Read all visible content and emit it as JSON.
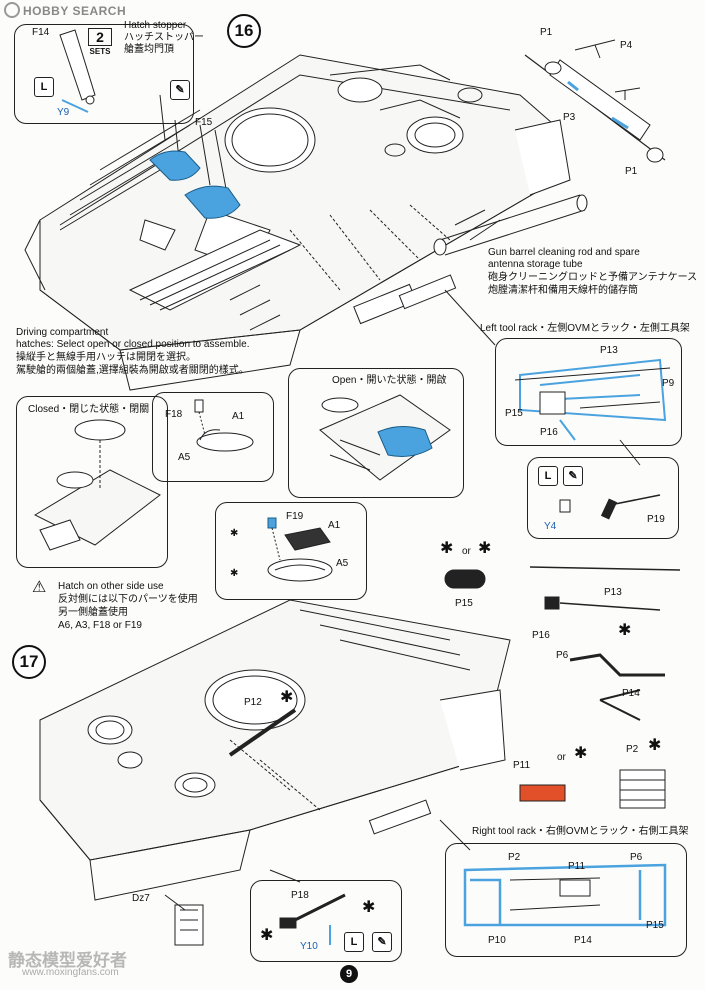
{
  "watermark": {
    "top": "HOBBY SEARCH",
    "bottom": "静态模型爱好者",
    "bottom_url": "www.moxingfans.com"
  },
  "page_number": "9",
  "steps": [
    {
      "number": "16"
    },
    {
      "number": "17"
    }
  ],
  "step16": {
    "hatch_stopper": {
      "en": "Hatch stopper",
      "jp": "ハッチストッパー",
      "cn": "艙蓋均門頂"
    },
    "sets": {
      "count": "2",
      "label": "SETS"
    },
    "parts": {
      "f14": "F14",
      "y9": "Y9",
      "f15": "F15",
      "p1a": "P1",
      "p1b": "P1",
      "p3": "P3",
      "p4": "P4"
    },
    "gun_barrel_note": {
      "en1": "Gun barrel cleaning rod and spare",
      "en2": "antenna storage tube",
      "jp": "砲身クリーニングロッドと予備アンテナケース",
      "cn": "炮膛清潔杆和備用天線杆的儲存筒"
    },
    "driving_note": {
      "en1": "Driving compartment",
      "en2": "hatches: Select open or closed position to assemble.",
      "jp": "操縦手と無線手用ハッチは開閉を選択。",
      "cn": "駕駛艙的兩個艙蓋,選擇組裝為開啟或者關閉的樣式。"
    },
    "closed": {
      "label": "Closed・閉じた状態・閉關"
    },
    "open": {
      "label": "Open・開いた状態・開啟"
    },
    "closed_parts": {
      "f18": "F18",
      "a1": "A1",
      "a5": "A5"
    },
    "open_parts": {
      "f19": "F19",
      "a1": "A1",
      "a5": "A5"
    },
    "hatch_other": {
      "en": "Hatch on other side use",
      "jp": "反対側には以下のパーツを使用",
      "cn": "另一側艙蓋使用",
      "parts": "A6, A3, F18 or F19"
    },
    "left_tool_rack": {
      "label": "Left tool rack・左側OVMとラック・左側工具架",
      "parts": {
        "p13": "P13",
        "p9": "P9",
        "p15": "P15",
        "p16": "P16",
        "y4": "Y4",
        "p19": "P19"
      }
    },
    "tools": {
      "p15": "P15",
      "or": "or",
      "p13": "P13",
      "p16": "P16"
    }
  },
  "step17": {
    "parts": {
      "p12": "P12",
      "dz7": "Dz7",
      "p18": "P18",
      "y10": "Y10"
    },
    "tools": {
      "p6": "P6",
      "p14": "P14",
      "p11": "P11",
      "or": "or",
      "p2": "P2"
    },
    "right_tool_rack": {
      "label": "Right tool rack・右側OVMとラック・右側工具架",
      "parts": {
        "p2": "P2",
        "p11": "P11",
        "p6": "P6",
        "p15": "P15",
        "p10": "P10",
        "p14": "P14"
      }
    }
  },
  "colors": {
    "highlight_blue": "#4aa3df",
    "highlight_red": "#e2502a",
    "line": "#222222"
  }
}
